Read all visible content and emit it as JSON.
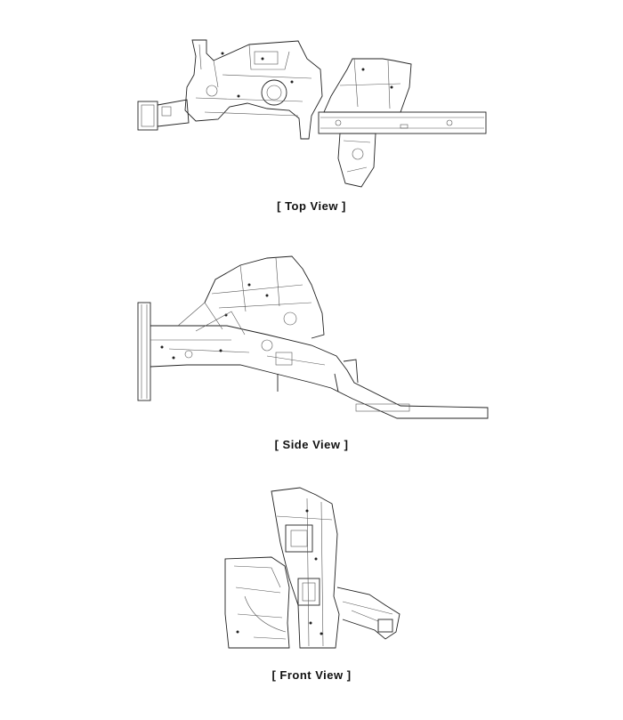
{
  "views": [
    {
      "id": "top",
      "caption": "[ Top  View ]"
    },
    {
      "id": "side",
      "caption": "[ Side  View ]"
    },
    {
      "id": "front",
      "caption": "[ Front  View ]"
    }
  ]
}
